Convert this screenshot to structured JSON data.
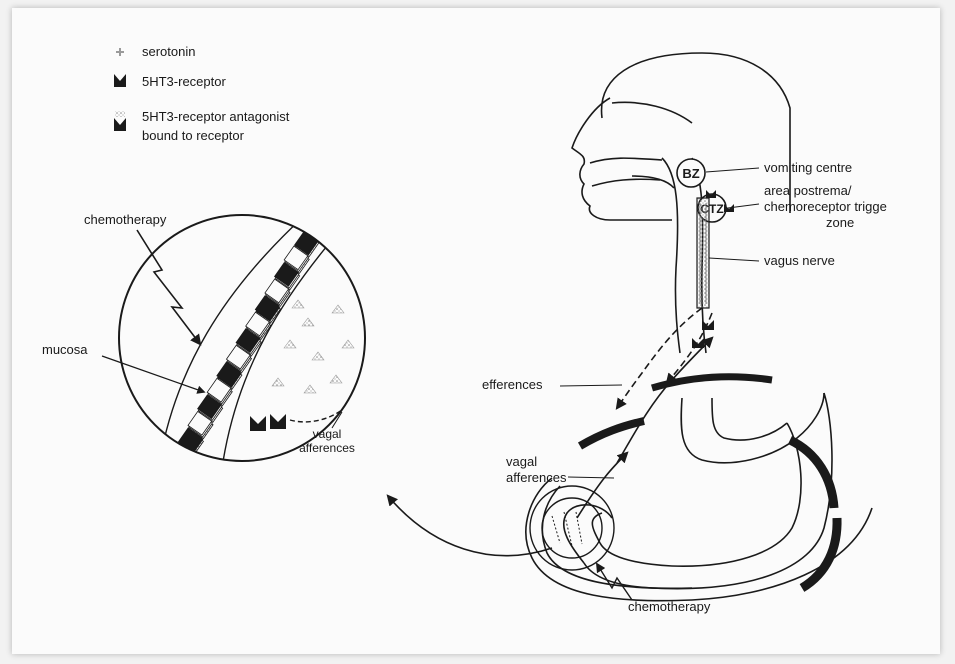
{
  "legend": {
    "serotonin": "serotonin",
    "receptor": "5HT3-receptor",
    "antagonist_line1": "5HT3-receptor antagonist",
    "antagonist_line2": "bound to receptor"
  },
  "labels": {
    "bz": "BZ",
    "ctz": "CTZ",
    "vomiting_centre": "vomiting centre",
    "area_postrema_1": "area postrema/",
    "area_postrema_2": "chemoreceptor trigge",
    "area_postrema_3": "zone",
    "vagus_nerve": "vagus nerve",
    "chemotherapy_top": "chemotherapy",
    "mucosa": "mucosa",
    "efferences": "efferences",
    "vagal_afferences_1": "vagal",
    "vagal_afferences_2": "afferences",
    "inset_vagal_1": "vagal",
    "inset_vagal_2": "afferences",
    "chemotherapy_bottom": "chemotherapy"
  },
  "colors": {
    "ink": "#1a1a1a",
    "paper": "#fbfbfb",
    "background": "#f2f2f2",
    "stipple": "#9a9a9a"
  }
}
